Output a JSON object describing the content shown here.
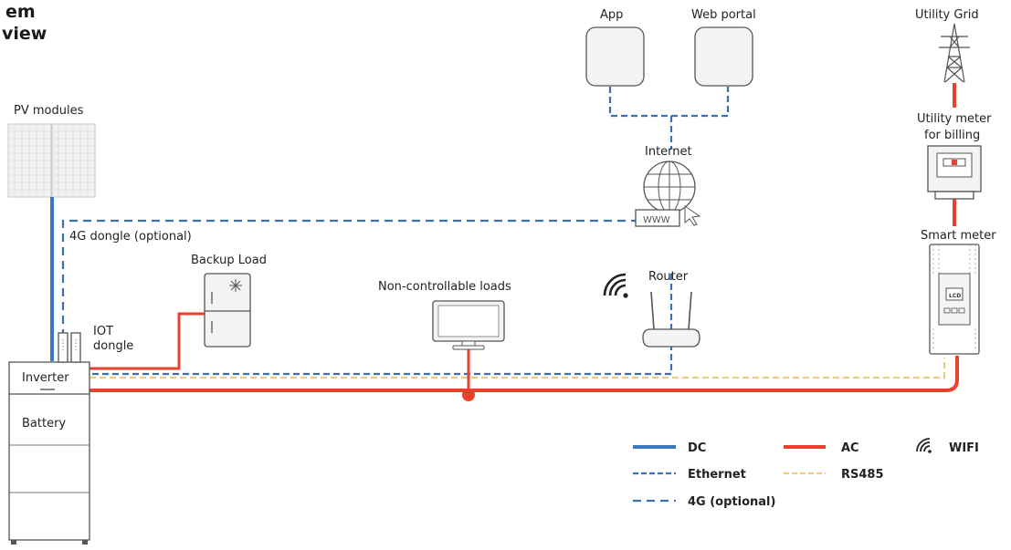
{
  "title": [
    "em",
    "view"
  ],
  "labels": {
    "pv_modules": "PV modules",
    "dongle_4g": "4G dongle (optional)",
    "iot_dongle": [
      "IOT",
      "dongle"
    ],
    "inverter": "Inverter",
    "battery": "Battery",
    "backup_load": "Backup Load",
    "non_controllable": "Non-controllable loads",
    "router": "Router",
    "internet": "Internet",
    "www": "WWW",
    "app": "App",
    "web_portal": "Web portal",
    "utility_grid": "Utility Grid",
    "utility_meter": [
      "Utility meter",
      "for billing"
    ],
    "smart_meter": "Smart meter",
    "lcd": "LCD"
  },
  "legend": {
    "dc": "DC",
    "ac": "AC",
    "wifi": "WIFI",
    "ethernet": "Ethernet",
    "rs485": "RS485",
    "g4": "4G (optional)"
  },
  "colors": {
    "dc": "#3a78c2",
    "ac": "#e8412c",
    "ethernet": "#3a6fb0",
    "rs485": "#eccb86",
    "device_stroke": "#555555"
  }
}
